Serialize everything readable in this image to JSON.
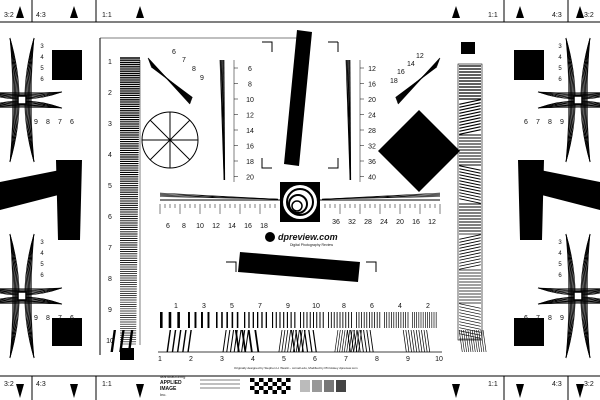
{
  "logo": {
    "text": "dpreview.com",
    "tagline": "Digital Photography Review"
  },
  "credit": "Originally designed by Stephen H. Westin - cornell.edu, Modified by Phil Askey dpreview.com",
  "manufacturer_block": {
    "lines": [
      "Manufacturing",
      "APPLIED",
      "IMAGE",
      "Inc."
    ]
  },
  "corner_ratios": {
    "r32": "3:2",
    "r43": "4:3",
    "r11": "1:1"
  },
  "left_scale": [
    "1",
    "2",
    "3",
    "4",
    "5",
    "6",
    "7",
    "8",
    "9",
    "10"
  ],
  "fan_left_labels": [
    "6",
    "7",
    "8",
    "9"
  ],
  "fan_right_labels": [
    "12",
    "14",
    "16",
    "18"
  ],
  "wedge_left_labels": [
    "6",
    "8",
    "10",
    "12",
    "14",
    "16",
    "18",
    "20"
  ],
  "wedge_right_labels": [
    "12",
    "16",
    "20",
    "24",
    "28",
    "32",
    "36",
    "40"
  ],
  "hbar_left_labels": [
    "6",
    "8",
    "10",
    "12",
    "14",
    "16",
    "18"
  ],
  "hbar_right_labels": [
    "36",
    "32",
    "28",
    "24",
    "20",
    "16",
    "12"
  ],
  "bottom_top_labels": [
    "1",
    "3",
    "5",
    "7",
    "9",
    "10",
    "8",
    "6",
    "4",
    "2"
  ],
  "bottom_axis_labels": [
    "1",
    "2",
    "3",
    "4",
    "5",
    "6",
    "7",
    "8",
    "9",
    "10"
  ],
  "side_small_labels": [
    "3",
    "4",
    "5",
    "6",
    "7",
    "8",
    "9"
  ],
  "side_row_labels": [
    "9",
    "8",
    "7",
    "6"
  ]
}
